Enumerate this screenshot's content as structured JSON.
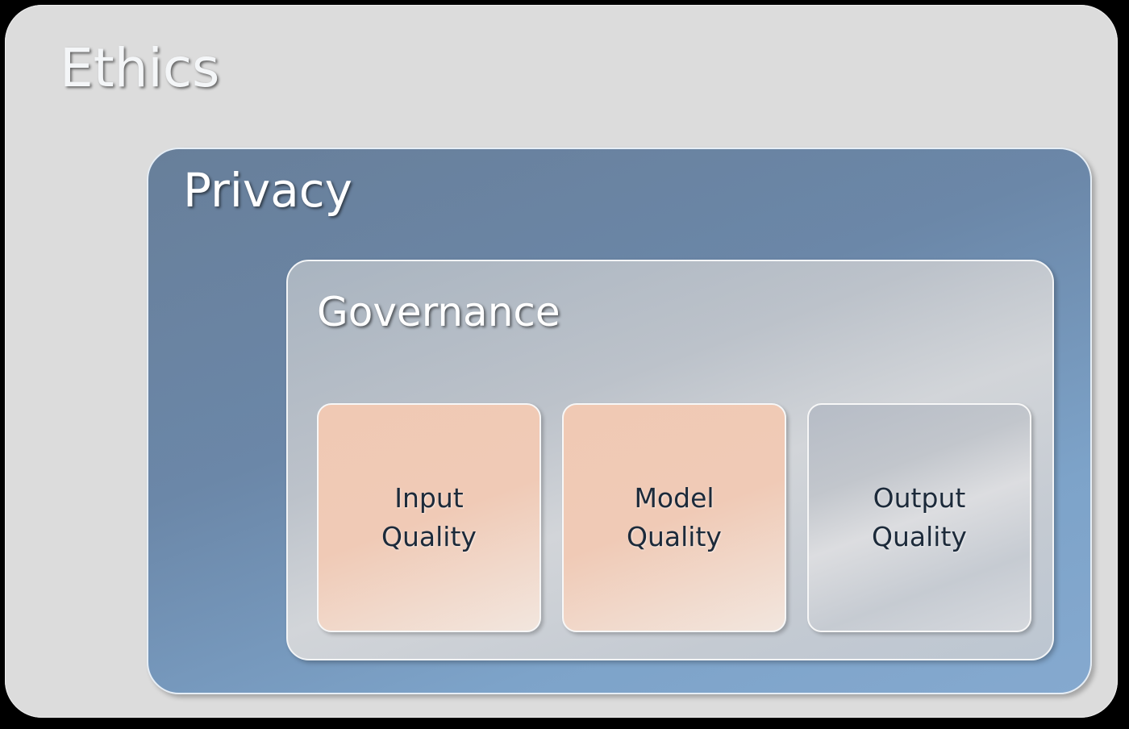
{
  "diagram": {
    "outer": {
      "label": "Ethics"
    },
    "middle": {
      "label": "Privacy"
    },
    "inner": {
      "label": "Governance"
    },
    "components": [
      {
        "line1": "Input",
        "line2": "Quality",
        "color": "#f0c9b4"
      },
      {
        "line1": "Model",
        "line2": "Quality",
        "color": "#f0c9b4"
      },
      {
        "line1": "Output",
        "line2": "Quality",
        "color": "#c2c6cc"
      }
    ],
    "colors": {
      "ethics_bg": "#dcdcdc",
      "privacy_bg": "#6b87a8",
      "governance_bg": "#bcc2ca"
    }
  }
}
